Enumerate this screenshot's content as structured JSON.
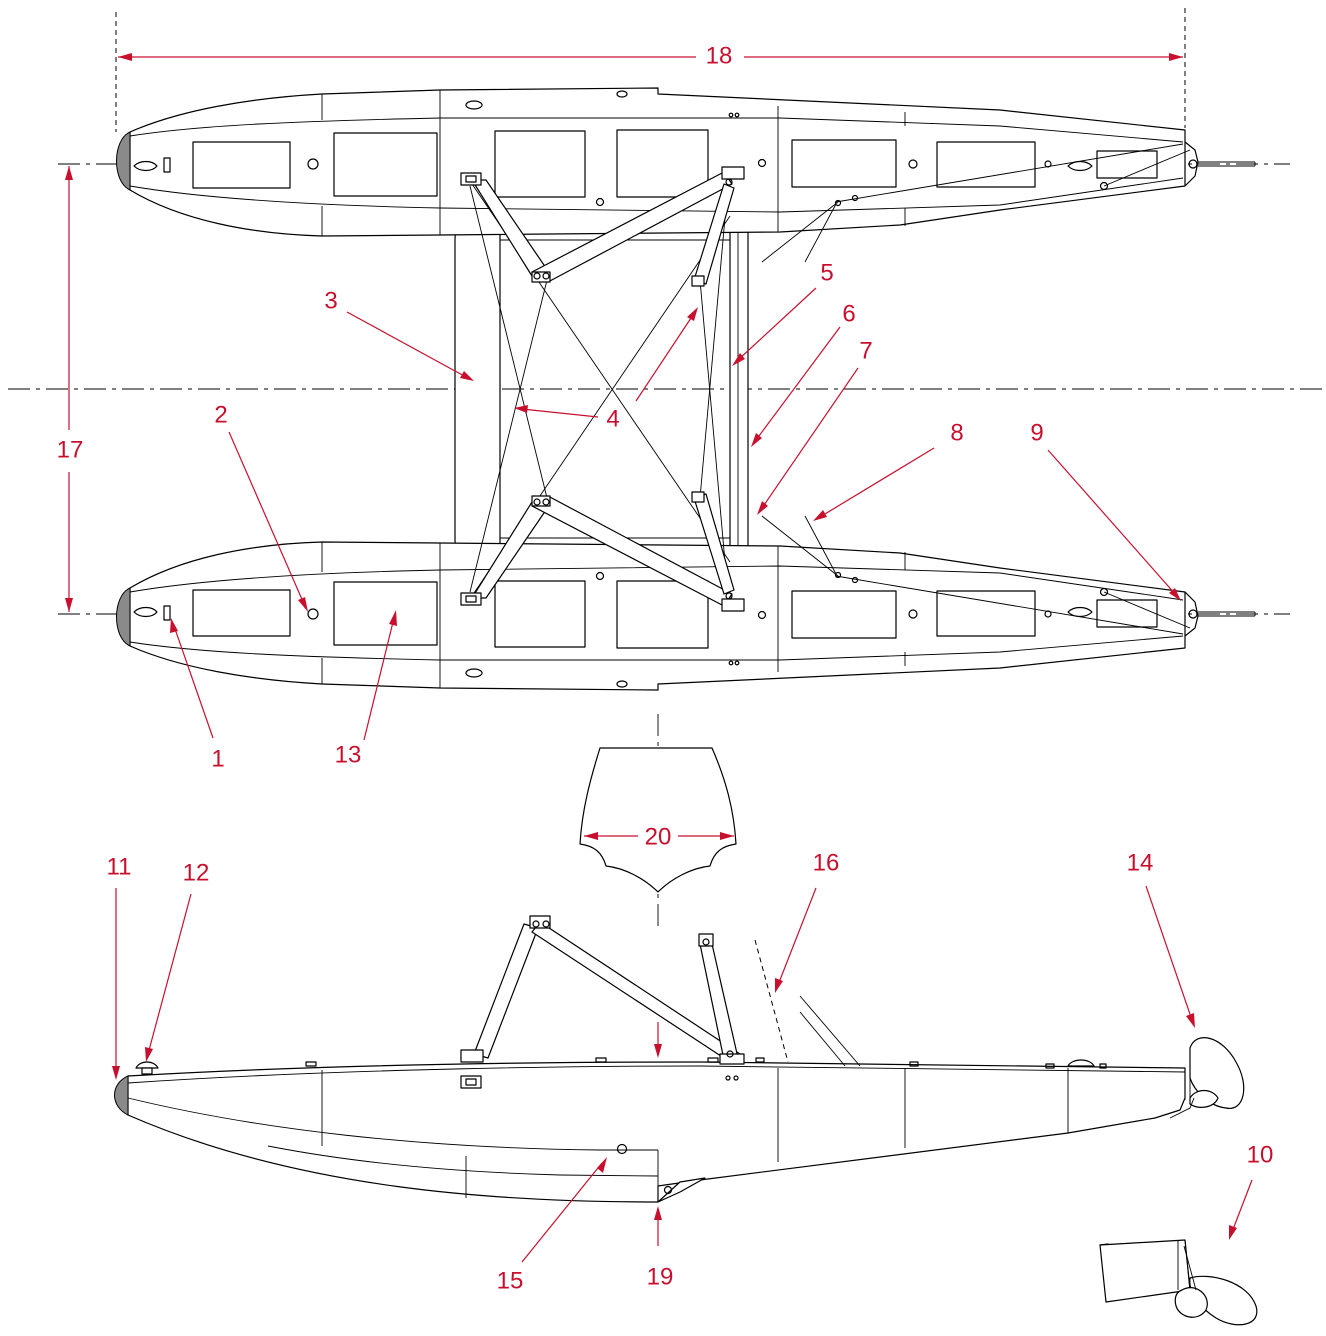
{
  "labels": [
    {
      "id": "1",
      "text": "1"
    },
    {
      "id": "2",
      "text": "2"
    },
    {
      "id": "3",
      "text": "3"
    },
    {
      "id": "4",
      "text": "4"
    },
    {
      "id": "5",
      "text": "5"
    },
    {
      "id": "6",
      "text": "6"
    },
    {
      "id": "7",
      "text": "7"
    },
    {
      "id": "8",
      "text": "8"
    },
    {
      "id": "9",
      "text": "9"
    },
    {
      "id": "10",
      "text": "10"
    },
    {
      "id": "11",
      "text": "11"
    },
    {
      "id": "12",
      "text": "12"
    },
    {
      "id": "13",
      "text": "13"
    },
    {
      "id": "14",
      "text": "14"
    },
    {
      "id": "15",
      "text": "15"
    },
    {
      "id": "16",
      "text": "16"
    },
    {
      "id": "17",
      "text": "17"
    },
    {
      "id": "18",
      "text": "18"
    },
    {
      "id": "19",
      "text": "19"
    },
    {
      "id": "20",
      "text": "20"
    }
  ],
  "colors": {
    "callout": "#c8102e",
    "outline": "#000000",
    "nose_cap": "#8a8a8a"
  }
}
